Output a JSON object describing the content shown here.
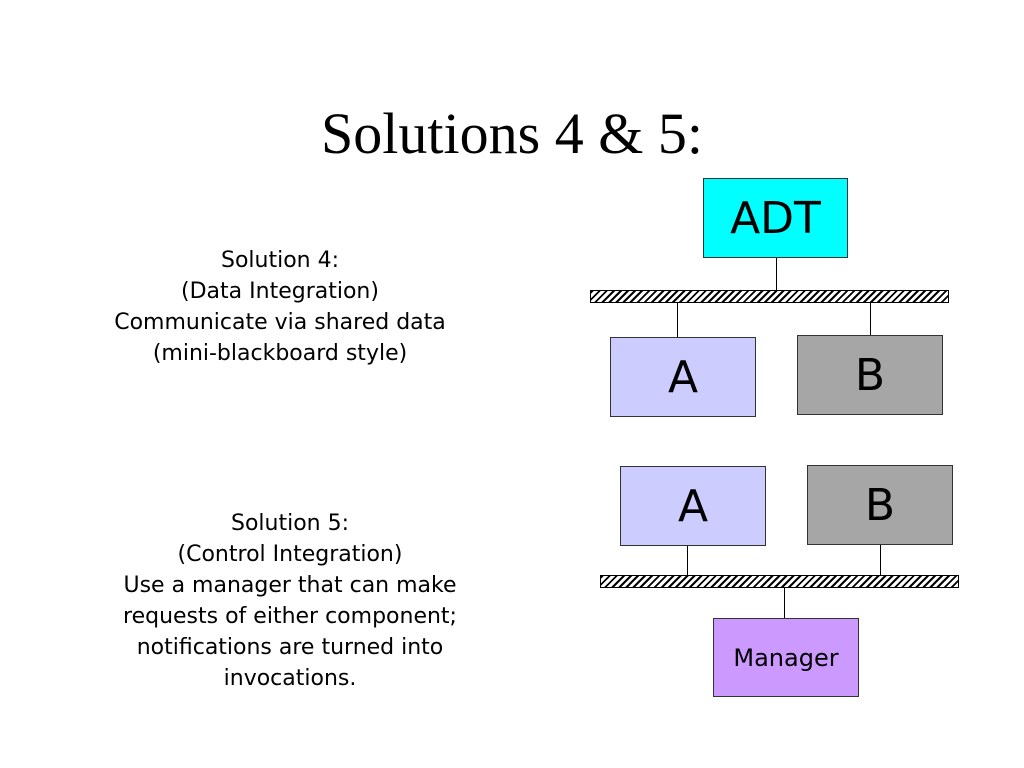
{
  "slide": {
    "title": "Solutions 4 & 5:"
  },
  "solution4": {
    "lines": [
      "Solution 4:",
      "(Data Integration)",
      "Communicate via shared data",
      "(mini-blackboard style)"
    ],
    "diagram": {
      "top_box": "ADT",
      "left_box": "A",
      "right_box": "B"
    }
  },
  "solution5": {
    "lines": [
      "Solution 5:",
      "(Control Integration)",
      "Use a manager that can make",
      "requests of either component;",
      "notifications are turned into",
      "invocations."
    ],
    "diagram": {
      "left_box": "A",
      "right_box": "B",
      "bottom_box": "Manager"
    }
  },
  "colors": {
    "adt_box": "#00ffff",
    "a_box": "#ccccff",
    "b_box": "#a6a6a6",
    "manager_box": "#cc99ff"
  }
}
